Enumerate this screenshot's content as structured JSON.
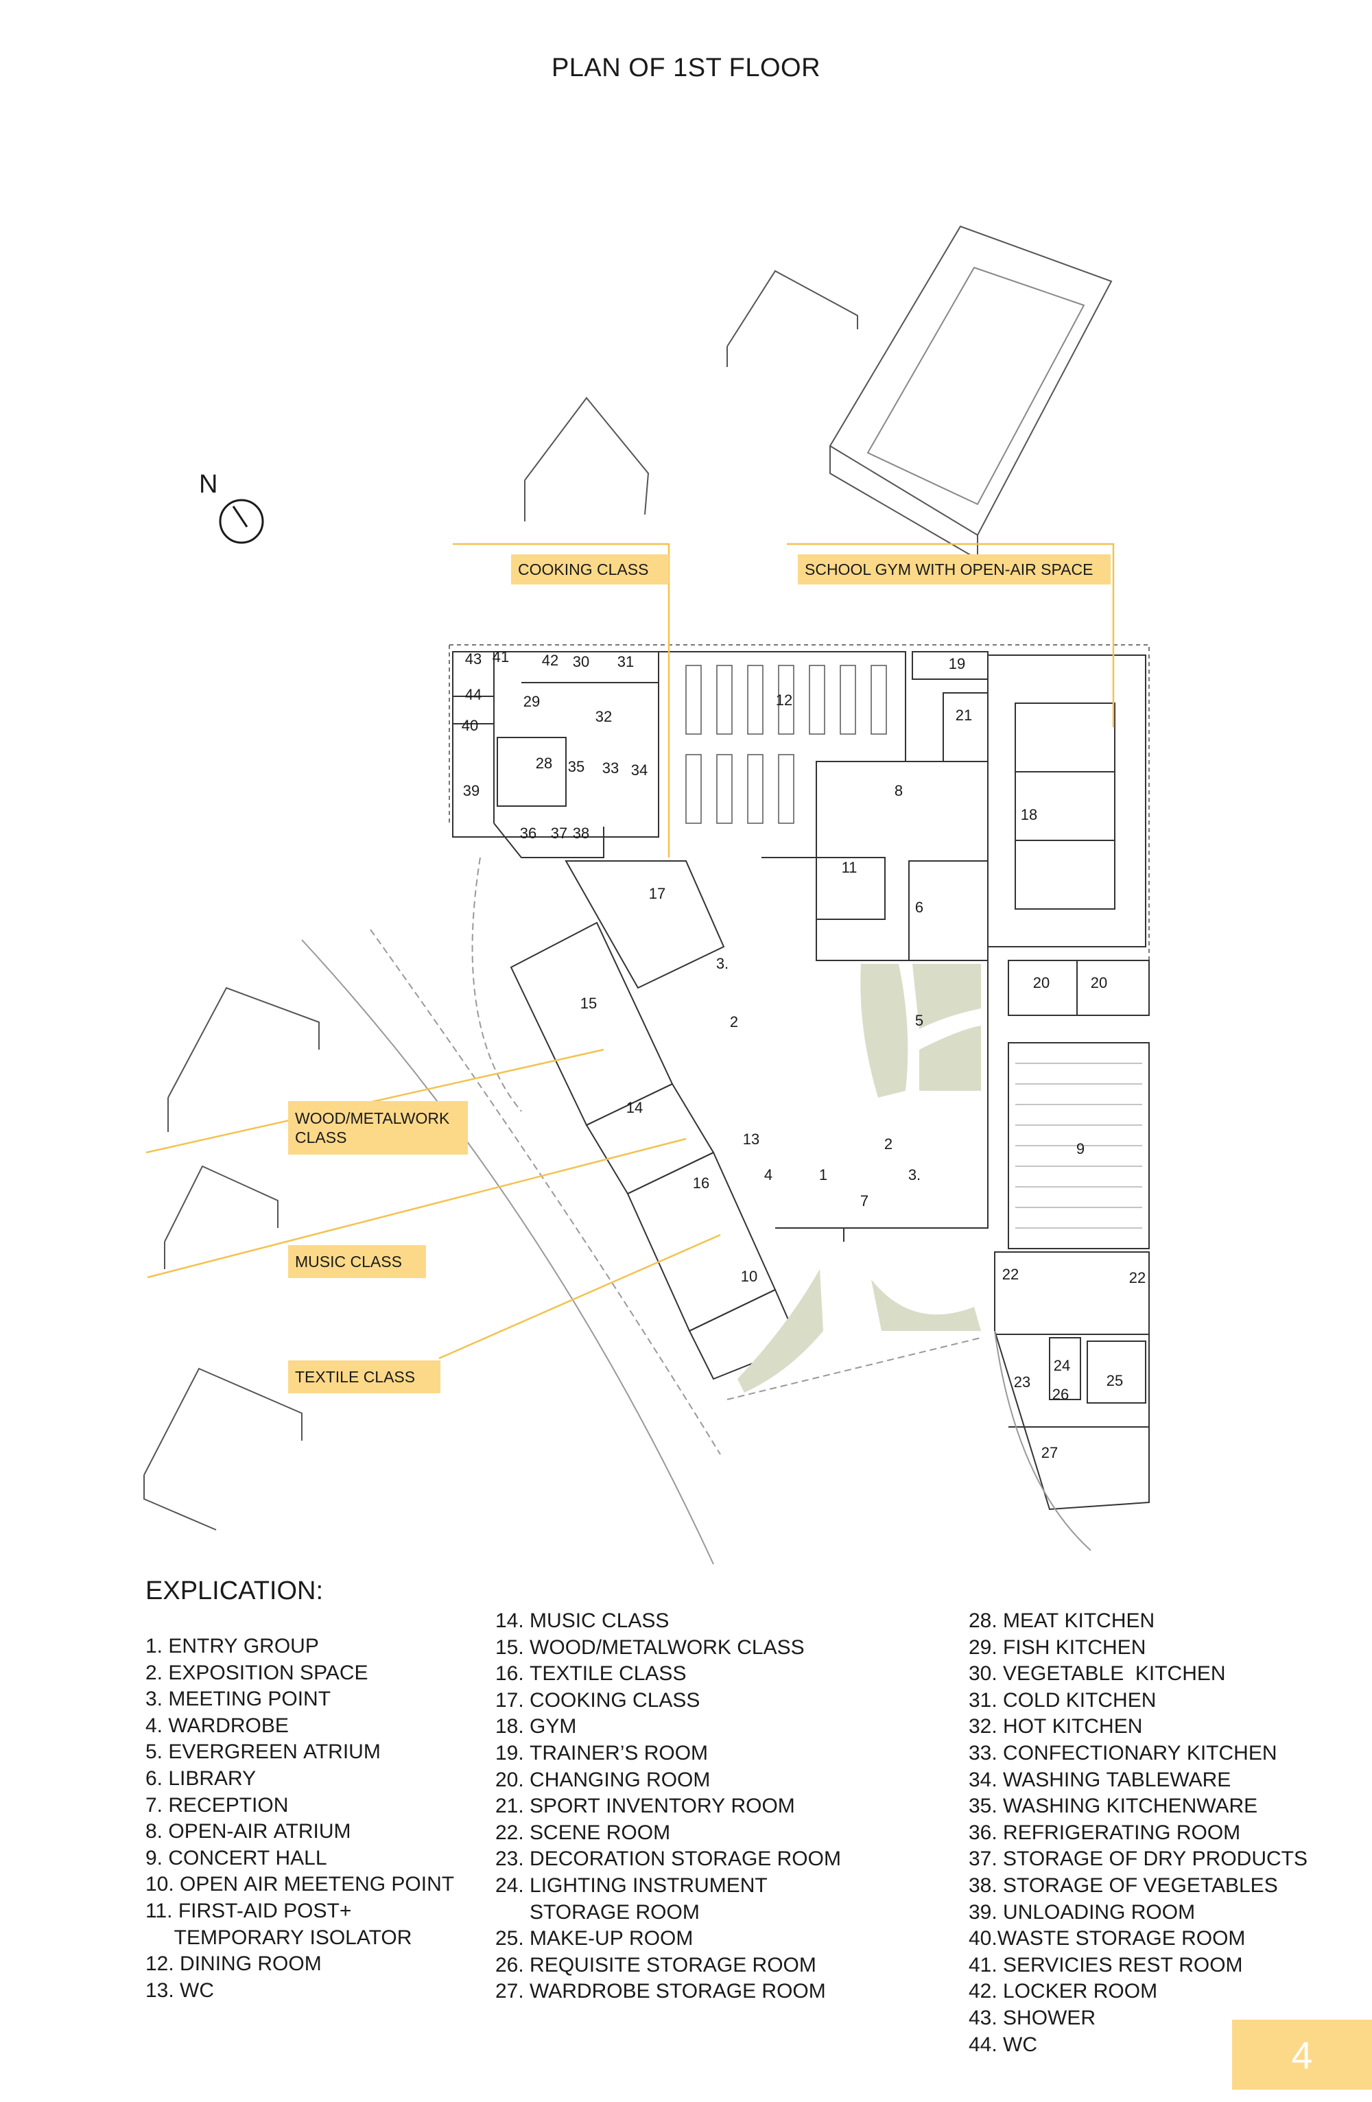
{
  "title": "PLAN OF 1ST FLOOR",
  "north_label": "N",
  "callouts": {
    "cooking": "COOKING CLASS",
    "gym": "SCHOOL GYM WITH OPEN-AIR SPACE",
    "wood": "WOOD/METALWORK CLASS",
    "music": "MUSIC CLASS",
    "textile": "TEXTILE CLASS"
  },
  "room_labels": [
    "1",
    "2",
    "2",
    "3.",
    "3.",
    "4",
    "5",
    "6",
    "7",
    "8",
    "9",
    "10",
    "11",
    "12",
    "13",
    "14",
    "15",
    "16",
    "17",
    "18",
    "19",
    "20",
    "20",
    "21",
    "22",
    "22",
    "23",
    "24",
    "25",
    "26",
    "27",
    "28",
    "29",
    "30",
    "31",
    "32",
    "33",
    "34",
    "35",
    "36",
    "37",
    "38",
    "39",
    "40",
    "41",
    "42",
    "43",
    "44"
  ],
  "legend": {
    "heading": "EXPLICATION:",
    "col1": [
      "1. ENTRY GROUP",
      "2. EXPOSITION SPACE",
      "3. MEETING POINT",
      "4. WARDROBE",
      "5. EVERGREEN ATRIUM",
      "6. LIBRARY",
      "7. RECEPTION",
      "8. OPEN-AIR ATRIUM",
      "9. CONCERT HALL",
      "10. OPEN AIR MEETENG POINT",
      "11. FIRST-AID POST+",
      "     TEMPORARY ISOLATOR",
      "12. DINING ROOM",
      "13. WC"
    ],
    "col2": [
      "14. MUSIC CLASS",
      "15. WOOD/METALWORK CLASS",
      "16. TEXTILE CLASS",
      "17. COOKING CLASS",
      "18. GYM",
      "19. TRAINER’S ROOM",
      "20. CHANGING ROOM",
      "21. SPORT INVENTORY ROOM",
      "22. SCENE ROOM",
      "23. DECORATION STORAGE ROOM",
      "24. LIGHTING INSTRUMENT",
      "      STORAGE ROOM",
      "25. MAKE-UP ROOM",
      "26. REQUISITE STORAGE ROOM",
      "27. WARDROBE STORAGE ROOM"
    ],
    "col3": [
      "28. MEAT KITCHEN",
      "29. FISH KITCHEN",
      "30. VEGETABLE  KITCHEN",
      "31. COLD KITCHEN",
      "32. HOT KITCHEN",
      "33. CONFECTIONARY KITCHEN",
      "34. WASHING TABLEWARE",
      "35. WASHING KITCHENWARE",
      "36. REFRIGERATING ROOM",
      "37. STORAGE OF DRY PRODUCTS",
      "38. STORAGE OF VEGETABLES",
      "39. UNLOADING ROOM",
      "40.WASTE STORAGE ROOM",
      "41. SERVICIES REST ROOM",
      "42. LOCKER ROOM",
      "43. SHOWER",
      "44. WC"
    ]
  },
  "page_number": "4",
  "colors": {
    "accent": "#fcd988",
    "atrium_green": "#d9dcc7",
    "line": "#333333"
  }
}
